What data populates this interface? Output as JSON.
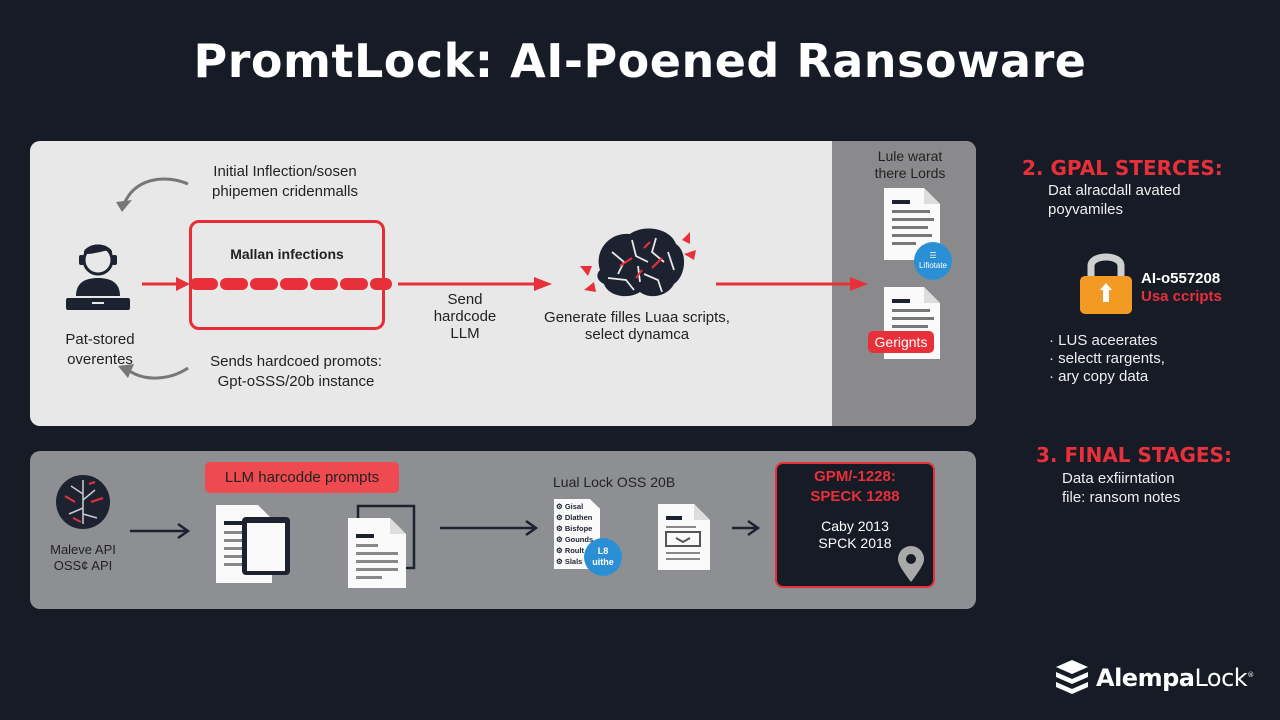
{
  "title": "PromtLock: AI-Poened Ransoware",
  "stage1": {
    "initial_infection": [
      "Initial Inflection/sosen",
      "phipemen cridenmalls"
    ],
    "actor_label": [
      "Pat-stored",
      "overentes"
    ],
    "malware_box_label": "Mallan infections",
    "sends_prompts": [
      "Sends hardcoed promots:",
      "Gpt-oSSS/20b instance"
    ],
    "send_label": [
      "Send",
      "hardcode",
      "LLM"
    ],
    "generate_label": [
      "Generate filles Luaa scripts,",
      "select dynamca"
    ],
    "output_panel_title": [
      "Lule warat",
      "there Lords"
    ],
    "doc_badge_blue": [
      "☰",
      "Lifiotate"
    ],
    "doc_badge_red": "Gerignts"
  },
  "stage2": {
    "heading": "2.  GPAL STERCES:",
    "description": [
      "Dat alracdall avated",
      "poyvamiles"
    ],
    "lock_label_1": "AI-o557208",
    "lock_label_2": "Usa ccripts",
    "bullets": [
      "LUS aceerates",
      "selectt rargents,",
      "ary copy data"
    ]
  },
  "stage3": {
    "heading": "3.  FINAL STAGES:",
    "description": [
      "Data exfiirntation",
      "file: ransom notes"
    ]
  },
  "bottom_flow": {
    "api_label": [
      "Maleve API",
      "OSS¢ API"
    ],
    "prompt_badge": "LLM harcodde prompts",
    "lua_label": "Lual Lock OSS 20B",
    "lua_list": [
      "Gisal",
      "Dlathen",
      "Bisfope",
      "Gounds",
      "Roult",
      "Slals"
    ],
    "lua_badge": [
      "L8",
      "uithe"
    ],
    "final_title": [
      "GPM/-1228:",
      "SPECK 1288"
    ],
    "final_text": [
      "Caby 2013",
      "SPCK 2018"
    ]
  },
  "brand": {
    "name_bold": "Alempa",
    "name_light": "Lock",
    "mark": "®"
  },
  "colors": {
    "accent_red": "#e8303a",
    "background": "#161b26",
    "lock_orange": "#f39a25",
    "badge_blue": "#2b8fd6"
  }
}
